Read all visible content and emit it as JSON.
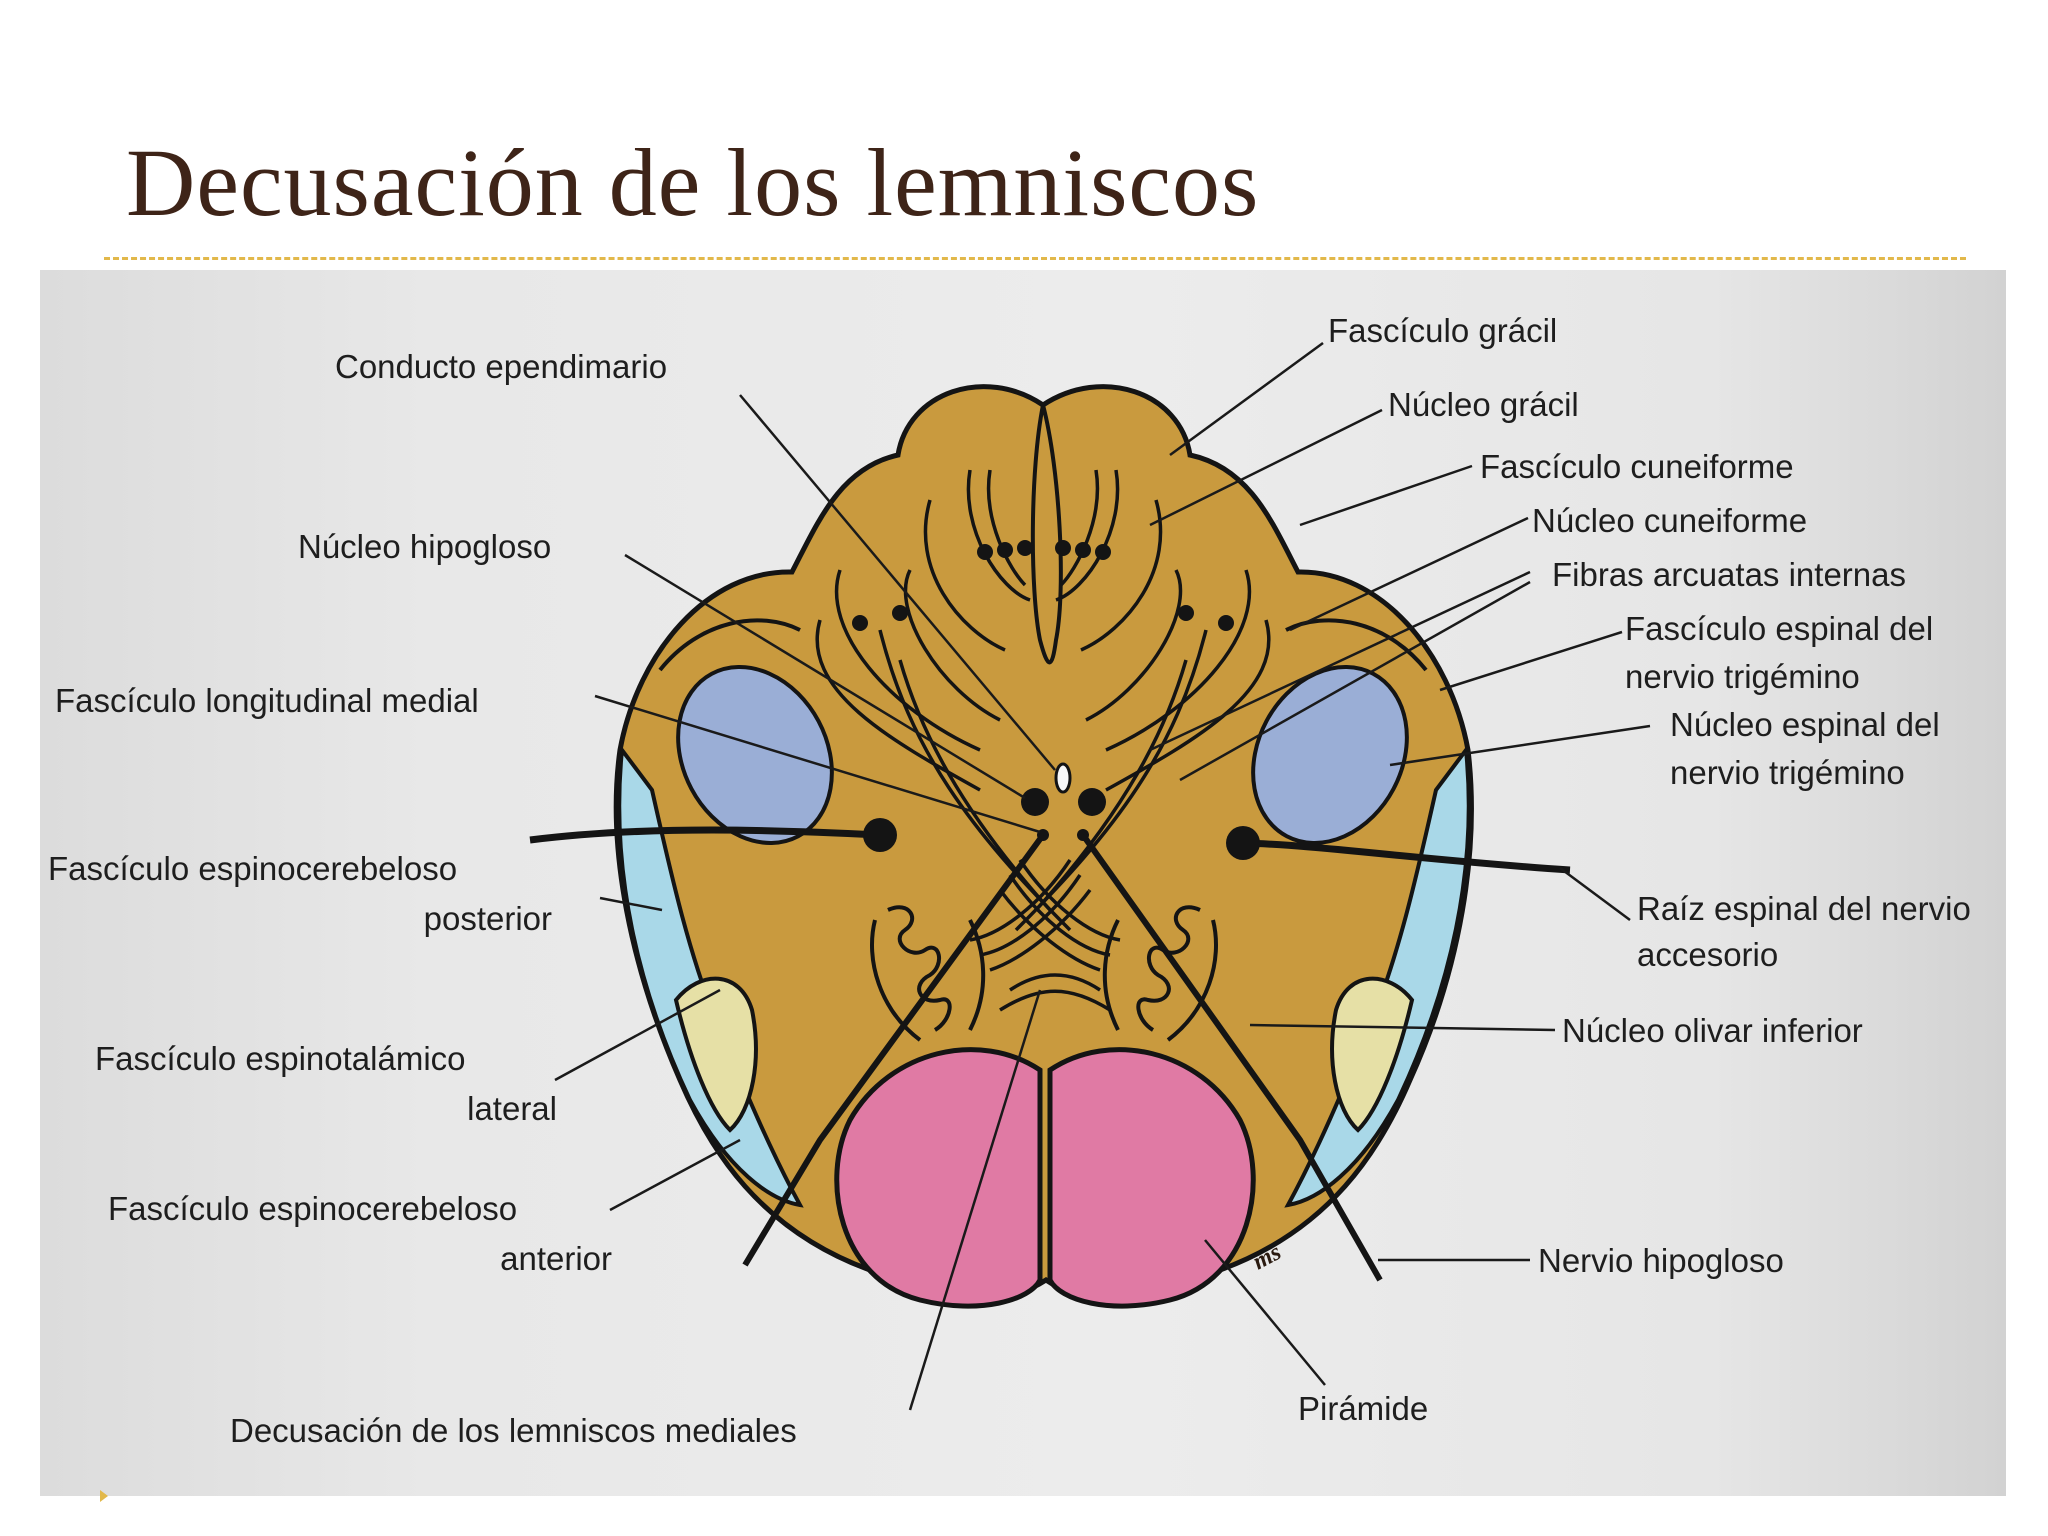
{
  "slide": {
    "title": "Decusación de los lemniscos"
  },
  "diagram": {
    "colors": {
      "brainstem": "#c99a3e",
      "trigeminal_nucleus": "#9aaed6",
      "spinocerebellar": "#a9d8e8",
      "spinothalamic": "#e6e0a6",
      "pyramid": "#e07aa4",
      "outline": "#141414"
    },
    "signature": "ms",
    "labels": {
      "conducto_ependimario": "Conducto ependimario",
      "nucleo_hipogloso": "Núcleo hipogloso",
      "fasciculo_longitudinal_medial": "Fascículo longitudinal medial",
      "fasciculo_espinocerebeloso_posterior_1": "Fascículo espinocerebeloso",
      "fasciculo_espinocerebeloso_posterior_2": "posterior",
      "fasciculo_espinotalamico_lateral_1": "Fascículo espinotalámico",
      "fasciculo_espinotalamico_lateral_2": "lateral",
      "fasciculo_espinocerebeloso_anterior_1": "Fascículo espinocerebeloso",
      "fasciculo_espinocerebeloso_anterior_2": "anterior",
      "decusacion_lemniscos_mediales": "Decusación de los lemniscos mediales",
      "fasciculo_gracil": "Fascículo grácil",
      "nucleo_gracil": "Núcleo grácil",
      "fasciculo_cuneiforme": "Fascículo cuneiforme",
      "nucleo_cuneiforme": "Núcleo cuneiforme",
      "fibras_arcuatas_internas": "Fibras arcuatas internas",
      "fasciculo_espinal_trigemino_1": "Fascículo espinal del",
      "fasciculo_espinal_trigemino_2": "nervio trigémino",
      "nucleo_espinal_trigemino_1": "Núcleo espinal del",
      "nucleo_espinal_trigemino_2": "nervio trigémino",
      "raiz_espinal_accesorio_1": "Raíz espinal del nervio",
      "raiz_espinal_accesorio_2": "accesorio",
      "nucleo_olivar_inferior": "Núcleo olivar inferior",
      "nervio_hipogloso": "Nervio hipogloso",
      "piramide": "Pirámide"
    }
  }
}
